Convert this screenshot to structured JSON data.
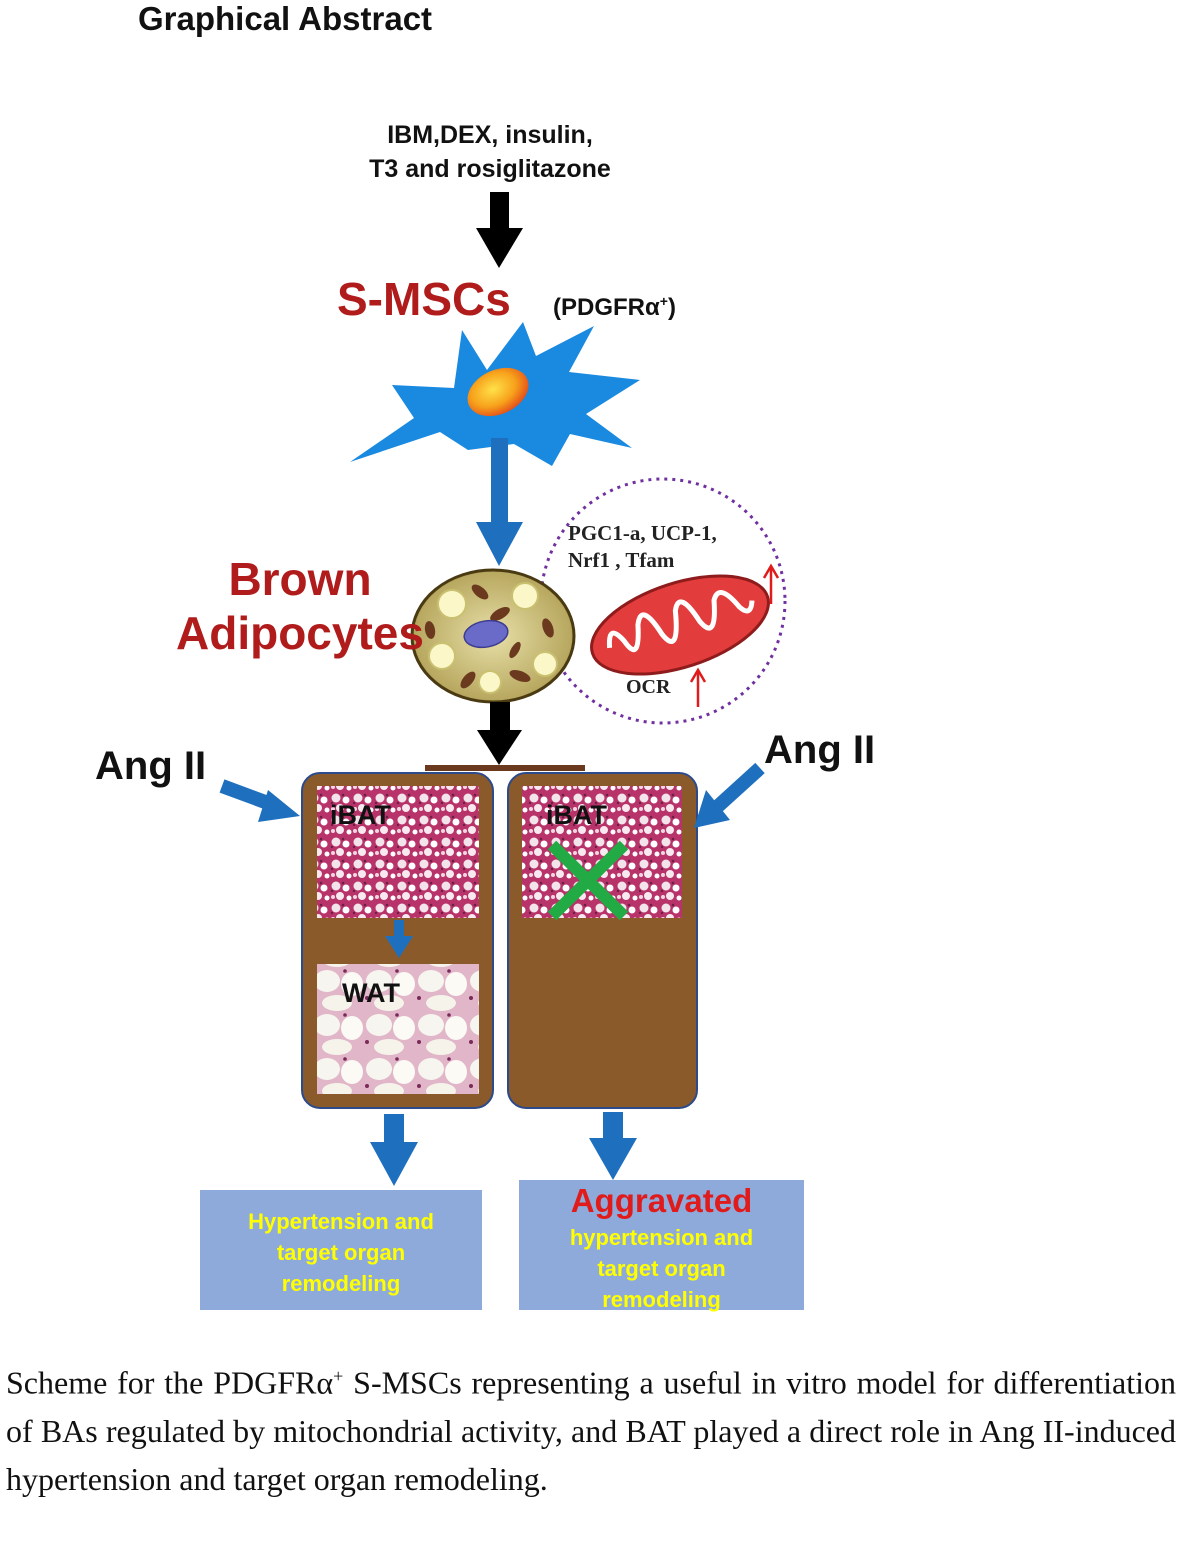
{
  "title": "Graphical Abstract",
  "treatment": {
    "line1": "IBM,DEX, insulin,",
    "line2": "T3 and rosiglitazone"
  },
  "smsc": {
    "label": "S-MSCs",
    "marker_prefix": "(PDGFRα",
    "marker_sup": "+",
    "marker_suffix": ")"
  },
  "brown_adipocytes": {
    "line1": "Brown",
    "line2": "Adipocytes"
  },
  "mitochondria": {
    "genes_line1": "PGC1-a, UCP-1,",
    "genes_line2": "Nrf1 , Tfam",
    "ocr": "OCR"
  },
  "ang_ii": {
    "left": "Ang II",
    "right": "Ang II"
  },
  "tissue": {
    "ibat_left": "iBAT",
    "ibat_right": "iBAT",
    "wat": "WAT"
  },
  "outcomes": {
    "left_line1": "Hypertension and",
    "left_line2": "target organ",
    "left_line3": "remodeling",
    "right_emph": "Aggravated",
    "right_line1": "hypertension and",
    "right_line2": "target organ",
    "right_line3": "remodeling"
  },
  "caption": {
    "part1": "Scheme for the PDGFRα",
    "sup": "+",
    "part2": " S-MSCs representing a useful in vitro model for differentiation of BAs regulated by mitochondrial activity, and BAT played a direct role in Ang II-induced hypertension and target organ remodeling."
  },
  "colors": {
    "accent_red": "#b01c1c",
    "blue_arrow": "#1f6fbf",
    "brown_panel": "#8b5a2b",
    "outcome_box": "#8eaadb",
    "outcome_text": "#ffff00",
    "x_mark": "#22aa44"
  }
}
